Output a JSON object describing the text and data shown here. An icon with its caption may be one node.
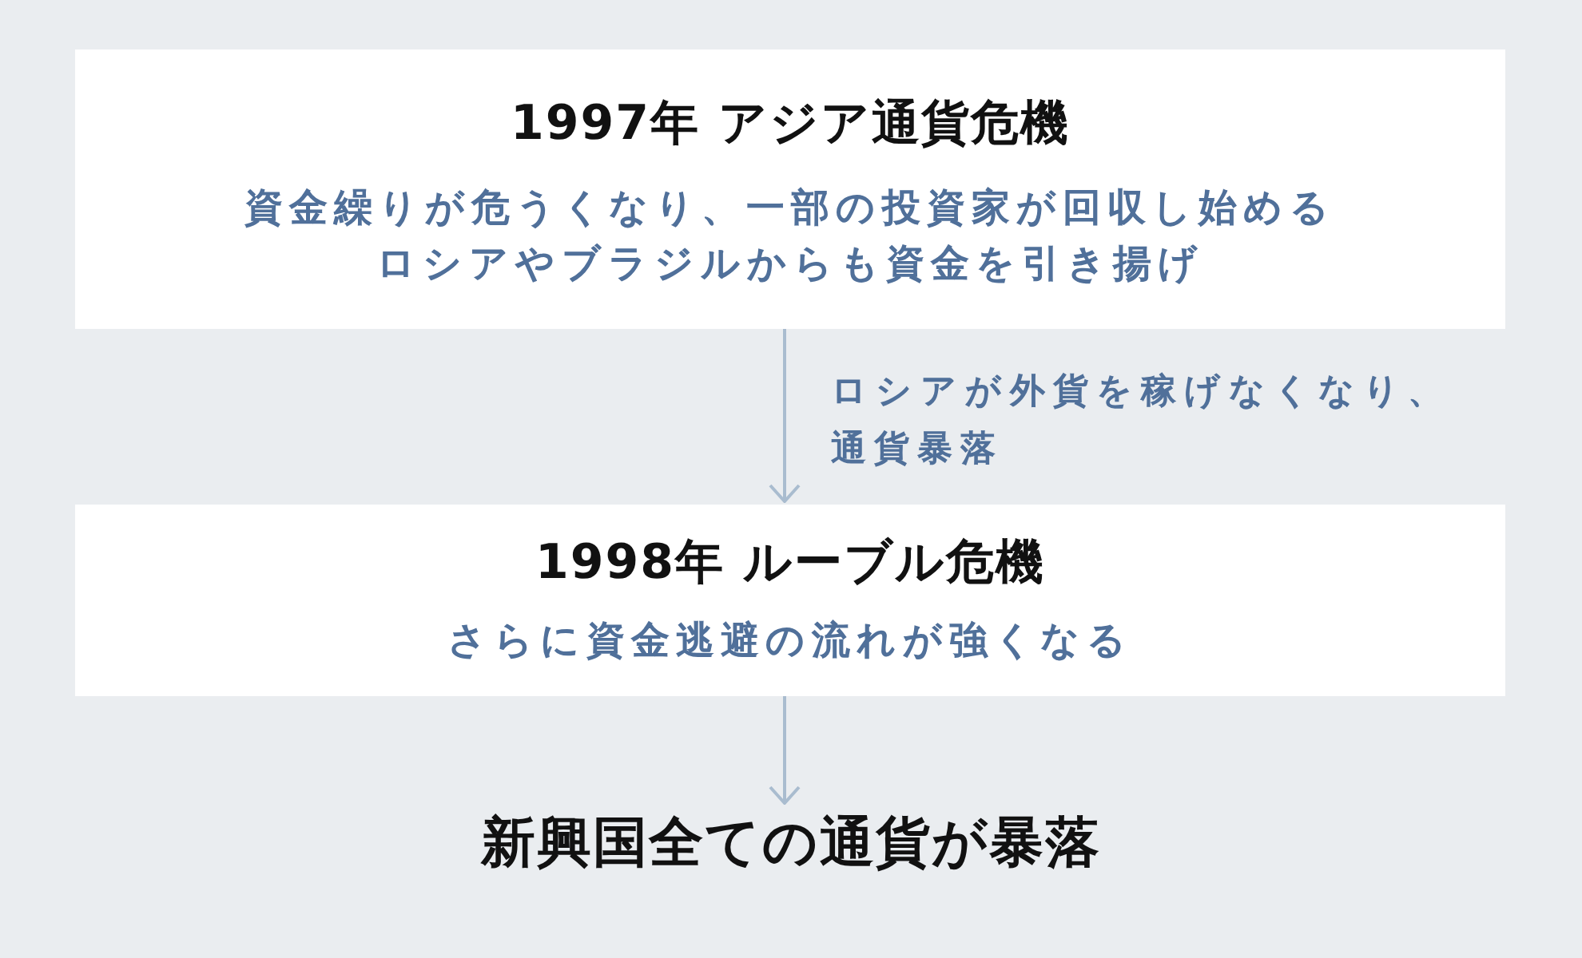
{
  "diagram": {
    "nodes": [
      {
        "text": [
          "1997年 アジア通貨危機",
          "資金繰りが危うくなり、一部の投資家が回収し始めるロシアやブラジルからも資金を引き揚げ"
        ]
      },
      {
        "text": [
          "1998年 ルーブル危機",
          "さらに資金逃避の流れが強くなる"
        ]
      },
      {
        "text": [
          "新興国全ての通貨が暴落"
        ]
      }
    ],
    "edges": [
      {
        "from": 0,
        "to": 1,
        "arrow": "to",
        "label": "ロシアが外貨を稼げなくなり、通貨暴落"
      },
      {
        "from": 1,
        "to": 2,
        "arrow": "to"
      }
    ]
  }
}
